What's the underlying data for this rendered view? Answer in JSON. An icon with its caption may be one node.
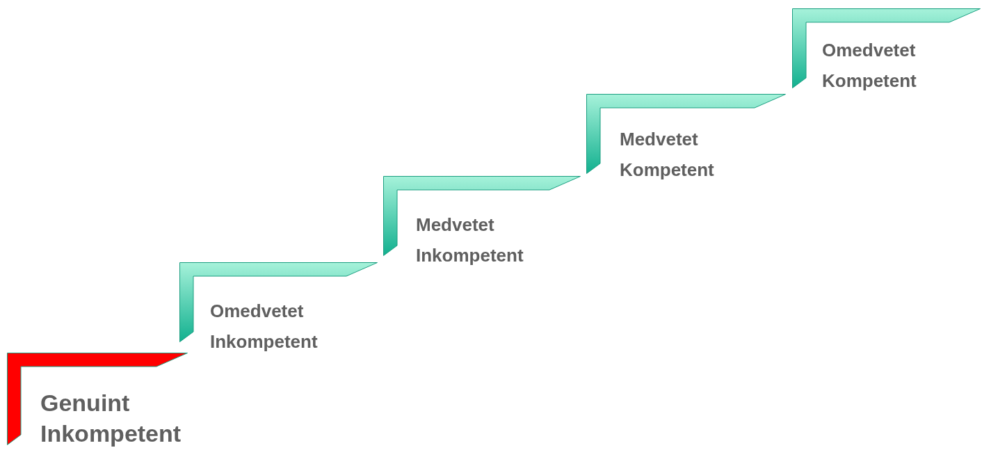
{
  "diagram": {
    "nodes": [
      {
        "text": [
          "Genuint Inkompetent"
        ]
      },
      {
        "text": [
          "Omedvetet Inkompetent"
        ]
      },
      {
        "text": [
          "Medvetet Inkompetent"
        ]
      },
      {
        "text": [
          "Medvetet Kompetent"
        ]
      },
      {
        "text": [
          "Omedvetet Kompetent"
        ]
      }
    ]
  }
}
